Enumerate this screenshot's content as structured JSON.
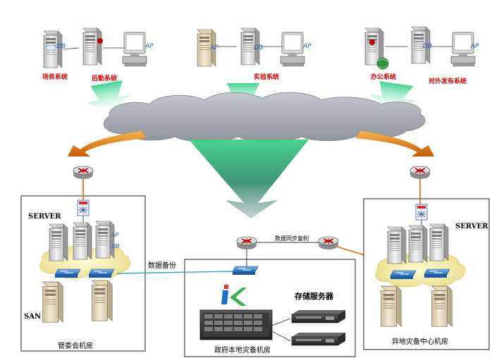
{
  "systems": {
    "left_a": "场务系统",
    "left_b": "后勤系统",
    "center": "实验系统",
    "right_a": "办公系统",
    "right_b": "对外发布系统"
  },
  "server_badges": [
    "DB",
    "AP",
    "DB",
    "AP",
    "AP",
    "DB",
    "AP"
  ],
  "left_room": {
    "server_label": "SERVER",
    "san_label": "SAN",
    "caption": "管委会机房"
  },
  "center_room": {
    "storage_label": "存储服务器",
    "caption": "政府本地灾备机房"
  },
  "right_room": {
    "server_label": "SERVER",
    "caption": "异地灾备中心机房"
  },
  "links": {
    "backup": "数据备份",
    "sync": "数据同步复制"
  },
  "colors": {
    "label_red": "#e00000",
    "cloud": "#a9acb3",
    "arrow_orange": "#e4790a",
    "arrow_green": "#3fcf88",
    "link_cyan": "#2aa9d8",
    "link_orange": "#e06a10"
  }
}
